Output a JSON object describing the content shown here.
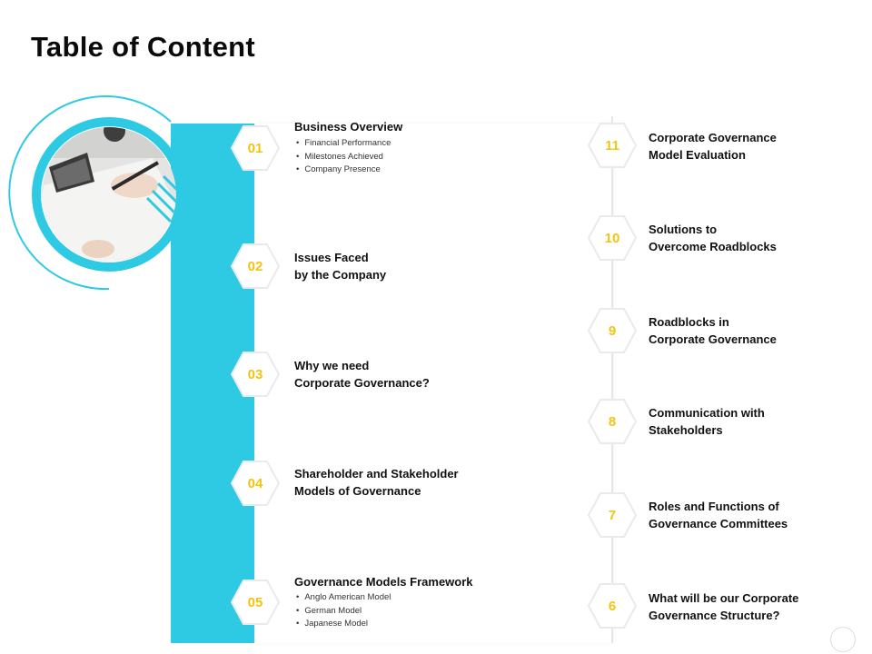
{
  "title": "Table of Content",
  "colors": {
    "accent": "#2ecae3",
    "number": "#f2c40f",
    "text": "#111111"
  },
  "left_items": [
    {
      "number": "01",
      "title": "Business Overview",
      "bullets": [
        "Financial Performance",
        "Milestones Achieved",
        "Company Presence"
      ]
    },
    {
      "number": "02",
      "title": "Issues Faced\nby the Company",
      "bullets": []
    },
    {
      "number": "03",
      "title": "Why we need\nCorporate Governance?",
      "bullets": []
    },
    {
      "number": "04",
      "title": "Shareholder and Stakeholder\nModels of Governance",
      "bullets": []
    },
    {
      "number": "05",
      "title": "Governance Models Framework",
      "bullets": [
        "Anglo American Model",
        "German Model",
        "Japanese Model"
      ]
    }
  ],
  "right_items": [
    {
      "number": "11",
      "title": "Corporate Governance\nModel Evaluation"
    },
    {
      "number": "10",
      "title": "Solutions to\nOvercome Roadblocks"
    },
    {
      "number": "9",
      "title": "Roadblocks in\nCorporate Governance"
    },
    {
      "number": "8",
      "title": "Communication with\nStakeholders"
    },
    {
      "number": "7",
      "title": "Roles and Functions of\nGovernance Committees"
    },
    {
      "number": "6",
      "title": "What will be our Corporate\nGovernance Structure?"
    }
  ]
}
